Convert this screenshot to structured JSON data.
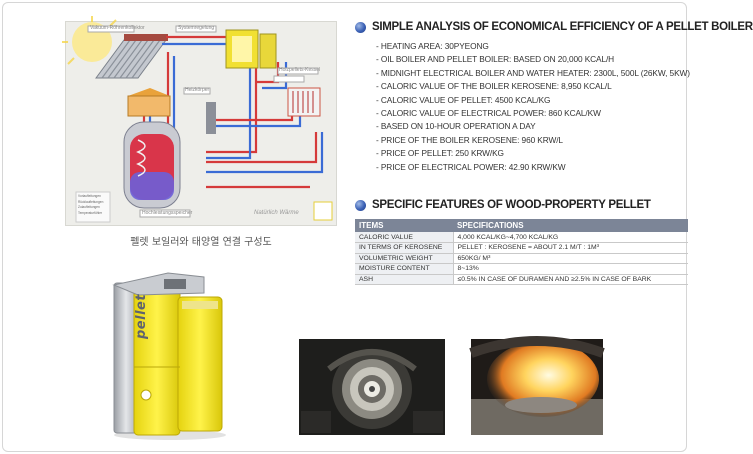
{
  "diagram": {
    "labels": {
      "collector": "Vakuum-Röhrenkollektor",
      "system": "Systemregelung",
      "pellet_boiler": "Holzpellets-Kessel",
      "radiator": "Heizkörper",
      "storage": "Hochleistungsspeicher",
      "brand": "Natürlich Wärme"
    },
    "legend": [
      "Vorlaufleitungen",
      "Rücklaufleitungen",
      "Zulaufleitungen",
      "Temperaturfühler"
    ],
    "caption": "펠렛 보일러와 태양열 연결 구성도"
  },
  "analysis": {
    "title": "SIMPLE ANALYSIS OF ECONOMICAL EFFICIENCY OF A PELLET BOILER",
    "items": [
      "- HEATING AREA: 30PYEONG",
      "- OIL BOILER AND PELLET BOILER: BASED ON 20,000 KCAL/H",
      "- MIDNIGHT ELECTRICAL BOILER AND WATER HEATER: 2300L, 500L (26KW, 5KW)",
      "- CALORIC VALUE OF THE BOILER KEROSENE: 8,950 KCAL/L",
      "- CALORIC VALUE OF PELLET: 4500 KCAL/KG",
      "- CALORIC VALUE OF ELECTRICAL POWER: 860 KCAL/KW",
      "- BASED ON 10-HOUR OPERATION A DAY",
      "- PRICE OF THE BOILER KEROSENE: 960 KRW/L",
      "- PRICE OF PELLET: 250 KRW/KG",
      "- PRICE OF ELECTRICAL POWER: 42.90 KRW/KW"
    ]
  },
  "features": {
    "title": "SPECIFIC FEATURES OF WOOD-PROPERTY PELLET",
    "headers": [
      "ITEMS",
      "SPECIFICATIONS"
    ],
    "rows": [
      [
        "CALORIC VALUE",
        "4,000 KCAL/KG~4,700 KCAL/KG"
      ],
      [
        "IN TERMS OF KEROSENE",
        "PELLET : KEROSENE = ABOUT 2.1 M/T : 1M³"
      ],
      [
        "VOLUMETRIC WEIGHT",
        "650KG/ M³"
      ],
      [
        "MOISTURE CONTENT",
        "8~13%"
      ],
      [
        "ASH",
        "≤0.5% IN CASE OF DURAMEN AND ≥2.5% IN CASE OF BARK"
      ]
    ]
  },
  "product": {
    "brand": "pellet"
  },
  "colors": {
    "accent_blue": "#3b61b5",
    "table_header": "#7c8597",
    "boiler_yellow": "#f2e21c"
  }
}
